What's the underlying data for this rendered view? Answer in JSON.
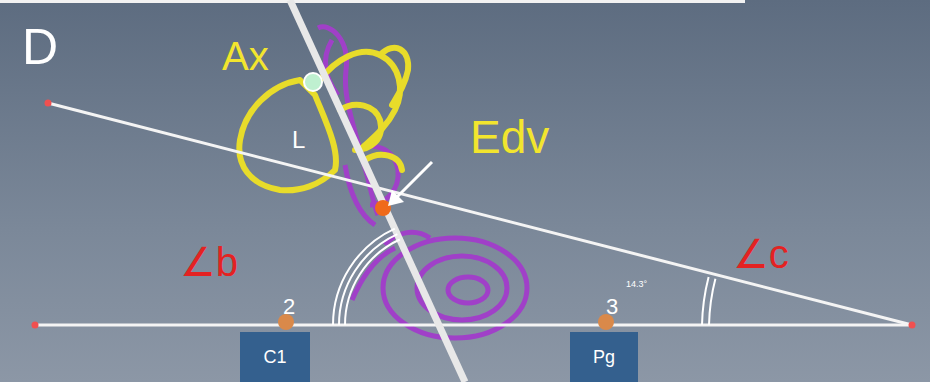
{
  "diagram": {
    "nodes": [
      {
        "text": [
          "C1"
        ]
      },
      {
        "text": [
          "Pg"
        ]
      }
    ],
    "labels": [
      "D",
      "Ax",
      "L",
      "Edv",
      "∠b",
      "∠c",
      "2",
      "3",
      "14.3°"
    ]
  }
}
